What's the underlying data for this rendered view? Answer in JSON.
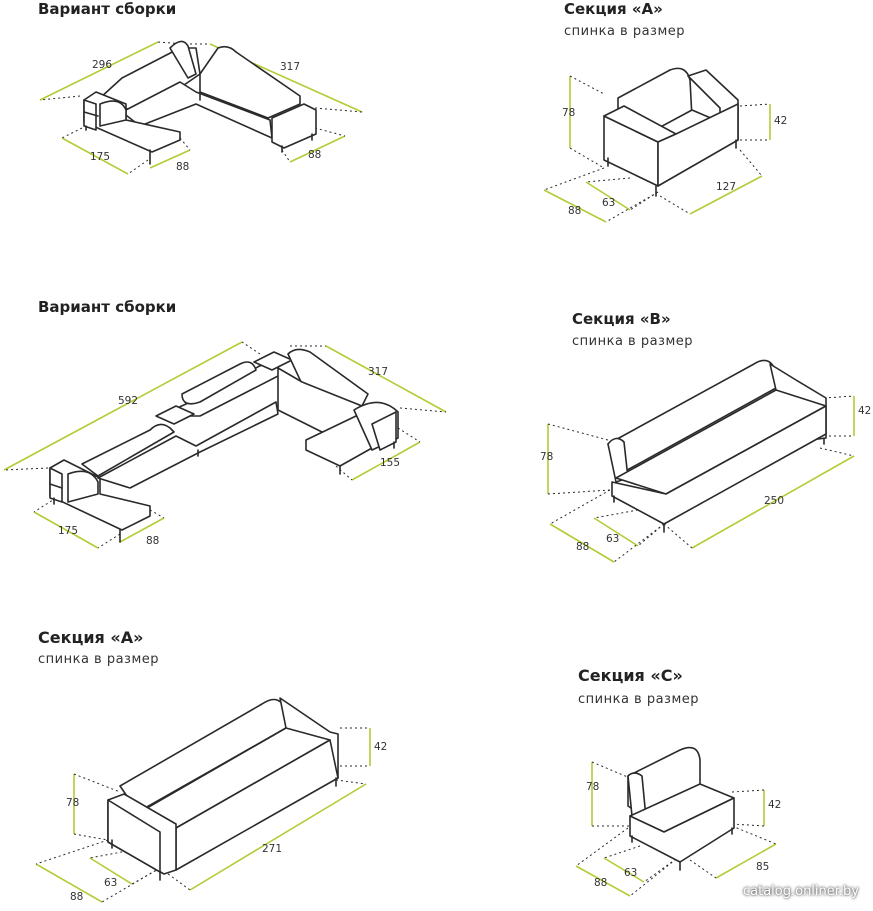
{
  "panel1": {
    "title": "Вариант сборки",
    "dims": [
      "296",
      "317",
      "175",
      "88",
      "88"
    ]
  },
  "panel2": {
    "title": "Секция «А»",
    "subtitle": "спинка в размер",
    "dims": [
      "78",
      "42",
      "88",
      "63",
      "127"
    ]
  },
  "panel3": {
    "title": "Вариант сборки",
    "dims": [
      "592",
      "317",
      "175",
      "88",
      "155"
    ]
  },
  "panel4": {
    "title": "Секция «В»",
    "subtitle": "спинка в размер",
    "dims": [
      "42",
      "78",
      "250",
      "88",
      "63"
    ]
  },
  "panel5": {
    "title": "Секция «А»",
    "subtitle": "спинка в размер",
    "dims": [
      "42",
      "78",
      "271",
      "88",
      "63"
    ]
  },
  "panel6": {
    "title": "Секция «С»",
    "subtitle": "спинка в размер",
    "dims": [
      "78",
      "42",
      "85",
      "88",
      "63"
    ]
  },
  "watermark": "catalog.onliner.by"
}
